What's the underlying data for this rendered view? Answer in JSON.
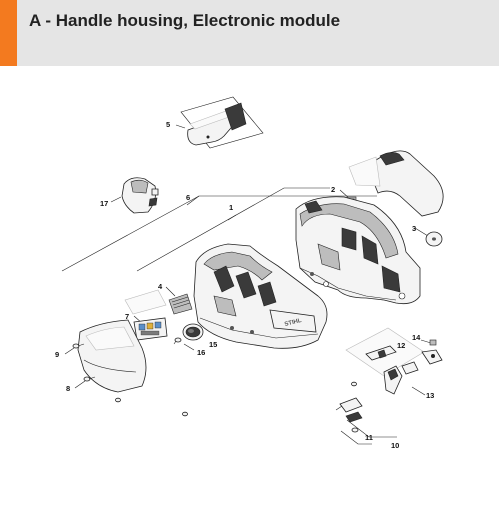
{
  "header": {
    "title": "A - Handle housing, Electronic module",
    "accent_color": "#f37a1f",
    "background_color": "#e5e5e5"
  },
  "diagram": {
    "callouts": [
      "1",
      "2",
      "3",
      "4",
      "5",
      "6",
      "7",
      "8",
      "9",
      "10",
      "11",
      "12",
      "13",
      "14",
      "15",
      "16",
      "17"
    ],
    "brand_mark": "STIHL"
  }
}
